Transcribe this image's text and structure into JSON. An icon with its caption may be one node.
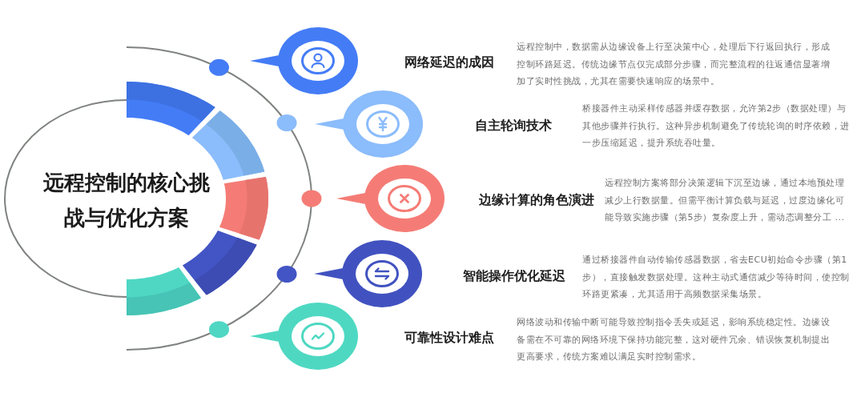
{
  "diagram": {
    "nodes": [
      {
        "text": [
          "远程控制的核心挑战与优化方案"
        ]
      },
      {
        "text": [],
        "shape": "circle",
        "beside": [
          "网络延迟的成因",
          "远程控制中，数据需从边缘设备上行至决策中心，处理后下行返回执行，形成控制环路延迟。传统边缘节点仅完成部分步骤，而完整流程的往返通信显著增加了实时性挑战，尤其在需要快速响应的场景中。"
        ]
      },
      {
        "text": [],
        "shape": "circle",
        "beside": [
          "自主轮询技术",
          "桥接器件主动采样传感器并缓存数据，允许第2步（数据处理）与其他步骤并行执行。这种异步机制避免了传统轮询的时序依赖，进一步压缩延迟，提升系统吞吐量。"
        ]
      },
      {
        "text": [],
        "shape": "circle",
        "beside": [
          "边缘计算的角色演进",
          "远程控制方案将部分决策逻辑下沉至边缘，通过本地预处理减少上行数据量。但需平衡计算负载与延迟，过度边缘化可能导致实施步骤（第5步）复杂度上升，需动态调整分工 ..."
        ]
      },
      {
        "text": [],
        "shape": "circle",
        "beside": [
          "智能操作优化延迟",
          "通过桥接器件自动传输传感器数据，省去ECU初始命令步骤（第1步），直接触发数据处理。这种主动式通信减少等待时间，使控制环路更紧凑，尤其适用于高频数据采集场景。"
        ]
      },
      {
        "text": [],
        "shape": "circle",
        "beside": [
          "可靠性设计难点",
          "网络波动和传输中断可能导致控制指令丢失或延迟，影响系统稳定性。边缘设备需在不可靠的网络环境下保持功能完整，这对硬件冗余、错误恢复机制提出更高要求，传统方案难以满足实时控制需求。"
        ]
      }
    ]
  }
}
